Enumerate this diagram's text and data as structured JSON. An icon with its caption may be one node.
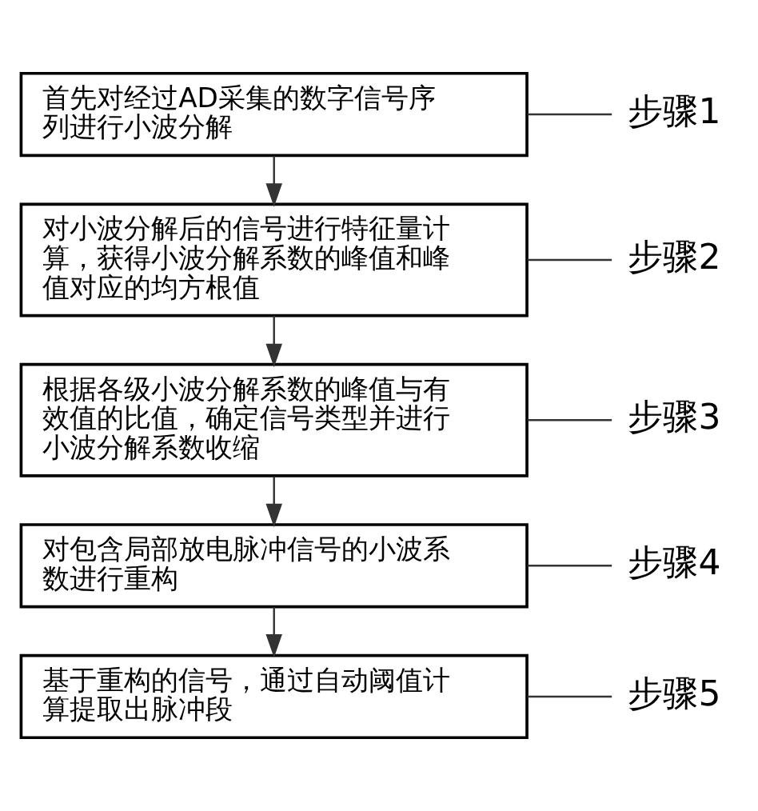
{
  "diagram": {
    "nodes": [
      {
        "text": [
          "首先对经过AD采集的数字信号序列进行小波分解"
        ]
      },
      {
        "text": [
          "步骤1"
        ]
      },
      {
        "text": [
          "对小波分解后的信号进行特征量计算，获得小波分解系数的峰值和峰值对应的均方根值"
        ]
      },
      {
        "text": [
          "步骤2"
        ]
      },
      {
        "text": [
          "根据各级小波分解系数的峰值与有效值的比值，确定信号类型并进行小波分解系数收缩"
        ]
      },
      {
        "text": [
          "步骤3"
        ]
      },
      {
        "text": [
          "对包含局部放电脉冲信号的小波系数进行重构"
        ]
      },
      {
        "text": [
          "步骤4"
        ]
      },
      {
        "text": [
          "基于重构的信号，通过自动阈值计算提取出脉冲段"
        ]
      },
      {
        "text": [
          "步骤5"
        ]
      }
    ],
    "edges": [
      {
        "from": 0,
        "to": 2,
        "arrow": "to"
      },
      {
        "from": 2,
        "to": 4,
        "arrow": "to"
      },
      {
        "from": 4,
        "to": 6,
        "arrow": "to"
      },
      {
        "from": 6,
        "to": 8,
        "arrow": "to"
      },
      {
        "from": 1,
        "to": 0,
        "arrow": "none"
      },
      {
        "from": 3,
        "to": 2,
        "arrow": "none"
      },
      {
        "from": 5,
        "to": 4,
        "arrow": "none"
      },
      {
        "from": 7,
        "to": 6,
        "arrow": "none"
      },
      {
        "from": 9,
        "to": 8,
        "arrow": "none"
      }
    ]
  }
}
